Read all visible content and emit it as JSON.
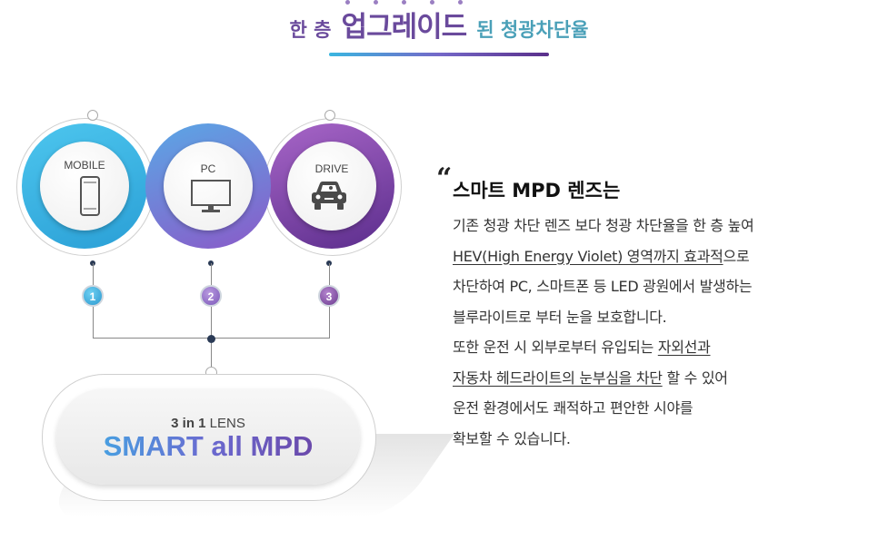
{
  "header": {
    "part1": "한 층",
    "part2": "업그레이드",
    "part3": "된 청광차단율"
  },
  "circles": [
    {
      "label": "MOBILE",
      "icon": "smartphone-icon",
      "number": "1"
    },
    {
      "label": "PC",
      "icon": "monitor-icon",
      "number": "2"
    },
    {
      "label": "DRIVE",
      "icon": "car-icon",
      "number": "3"
    }
  ],
  "lens": {
    "sub_bold": "3 in 1",
    "sub_rest": " LENS",
    "title": "SMART all MPD"
  },
  "description": {
    "title": "스마트 MPD 렌즈는",
    "line1": "기존 청광 차단 렌즈 보다 청광 차단율을 한 층 높여",
    "line2_ul": "HEV(High Energy Violet) 영역까지 효과적",
    "line2_rest": "으로",
    "line3": "차단하여 PC, 스마트폰 등 LED 광원에서 발생하는",
    "line4": "블루라이트로 부터 눈을 보호합니다.",
    "line5_plain": "또한 운전 시 외부로부터 유입되는 ",
    "line5_ul": "자외선과",
    "line6_ul": "자동차 헤드라이트의 눈부심을 차단",
    "line6_rest": " 할 수 있어",
    "line7": "운전 환경에서도 쾌적하고 편안한 시야를",
    "line8": "확보할 수 있습니다."
  },
  "colors": {
    "cyan": "#2a9fd6",
    "violet": "#7a56b8",
    "purple": "#5b2d8c"
  }
}
